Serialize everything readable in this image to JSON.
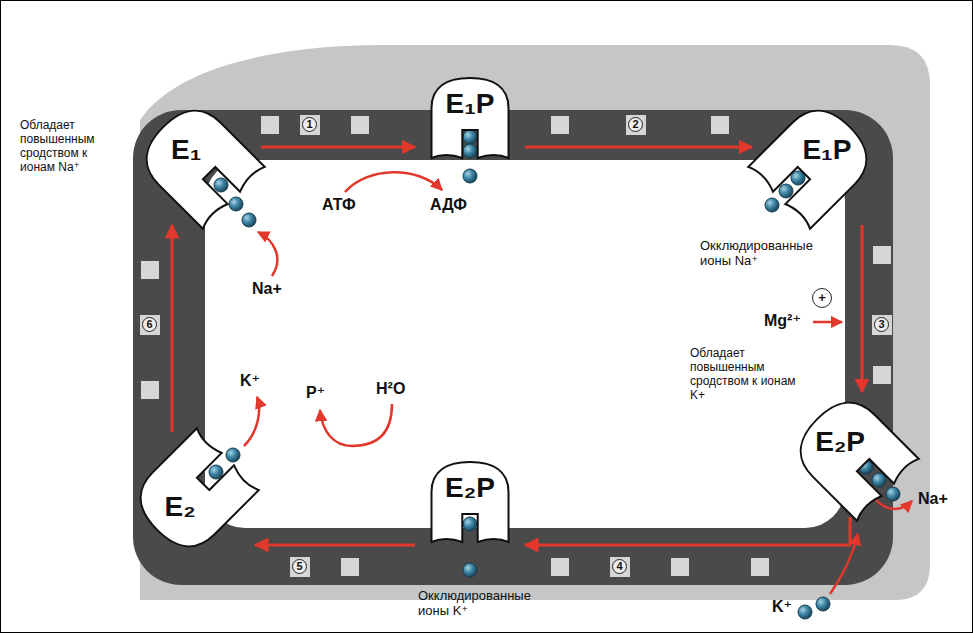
{
  "diagram": {
    "nodes": [
      {
        "text": [
          "E₁"
        ]
      },
      {
        "text": [
          "E₁P"
        ]
      },
      {
        "text": [
          "E₁P"
        ]
      },
      {
        "text": [
          "E₂P"
        ]
      },
      {
        "text": [
          "E₂P"
        ]
      },
      {
        "text": [
          "E₂"
        ]
      }
    ],
    "edges": [
      {
        "from": 0,
        "to": 1,
        "arrow": "to",
        "label": "1"
      },
      {
        "from": 1,
        "to": 2,
        "arrow": "to",
        "label": "2"
      },
      {
        "from": 2,
        "to": 3,
        "arrow": "to",
        "label": "3"
      },
      {
        "from": 3,
        "to": 4,
        "arrow": "to",
        "label": "4"
      },
      {
        "from": 4,
        "to": 5,
        "arrow": "to",
        "label": "5"
      },
      {
        "from": 5,
        "to": 0,
        "arrow": "to",
        "label": "6"
      }
    ],
    "labels": [
      "Обладает повышенным сродством к ионам Na⁺",
      "АТФ",
      "АДФ",
      "Na+",
      "Окклюдированные ионы Na⁺",
      "Mg²⁺",
      "+",
      "Обладает повышенным сродством к ионам K+",
      "Na+",
      "K⁺",
      "Окклюдированные ионы K⁺",
      "K⁺",
      "P⁺",
      "H²O"
    ]
  }
}
